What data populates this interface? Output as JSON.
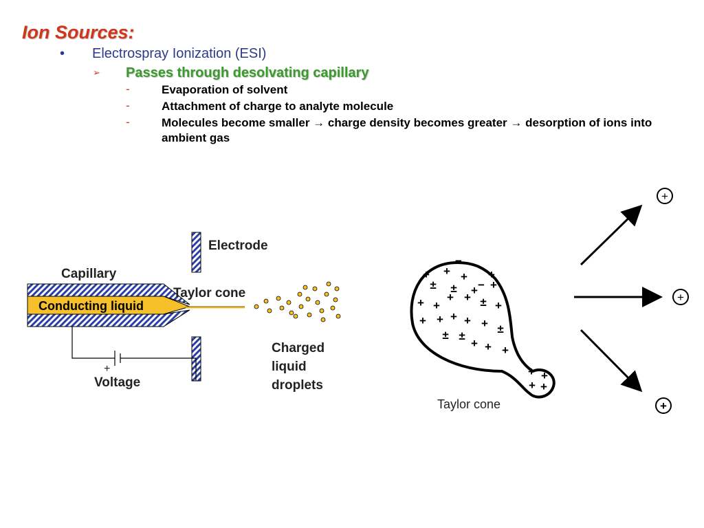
{
  "slide": {
    "title": "Ion Sources:",
    "level1": {
      "bullet": "•",
      "text": "Electrospray Ionization (ESI)"
    },
    "level2": {
      "bullet": "➢",
      "text": "Passes through desolvating capillary"
    },
    "level3": [
      {
        "bullet": "-",
        "text": "Evaporation of solvent"
      },
      {
        "bullet": "-",
        "text": "Attachment of charge to analyte molecule"
      },
      {
        "bullet": "-",
        "text": "Molecules become smaller → charge density becomes greater → desorption of ions into ambient gas"
      }
    ]
  },
  "diagram_left": {
    "capillary_label": "Capillary",
    "liquid_label": "Conducting liquid",
    "electrode_label": "Electrode",
    "taylor_cone_label": "Taylor cone",
    "droplets_label": [
      "Charged",
      "liquid",
      "droplets"
    ],
    "voltage_label": "Voltage",
    "plus_sign": "+",
    "colors": {
      "liquid": "#f5c02a",
      "hatch": "#2a3fa6",
      "droplet": "#f5c02a"
    }
  },
  "diagram_right": {
    "taylor_cone_label": "Taylor cone",
    "ion_plus": "+",
    "charge_marks": [
      "+",
      "−",
      "±"
    ]
  }
}
